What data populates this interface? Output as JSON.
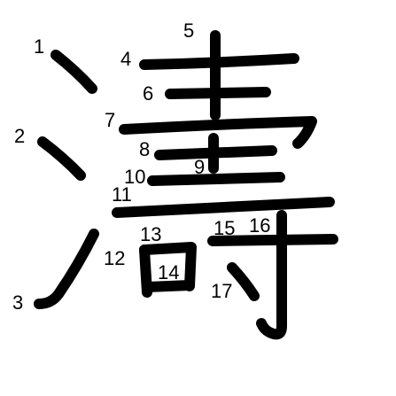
{
  "character": "濤",
  "stroke_color": "#000000",
  "number_color": "#000000",
  "background_color": "#ffffff",
  "strokes": [
    {
      "order": 1,
      "label": "1"
    },
    {
      "order": 2,
      "label": "2"
    },
    {
      "order": 3,
      "label": "3"
    },
    {
      "order": 4,
      "label": "4"
    },
    {
      "order": 5,
      "label": "5"
    },
    {
      "order": 6,
      "label": "6"
    },
    {
      "order": 7,
      "label": "7"
    },
    {
      "order": 8,
      "label": "8"
    },
    {
      "order": 9,
      "label": "9"
    },
    {
      "order": 10,
      "label": "10"
    },
    {
      "order": 11,
      "label": "11"
    },
    {
      "order": 12,
      "label": "12"
    },
    {
      "order": 13,
      "label": "13"
    },
    {
      "order": 14,
      "label": "14"
    },
    {
      "order": 15,
      "label": "15"
    },
    {
      "order": 16,
      "label": "16"
    },
    {
      "order": 17,
      "label": "17"
    }
  ]
}
